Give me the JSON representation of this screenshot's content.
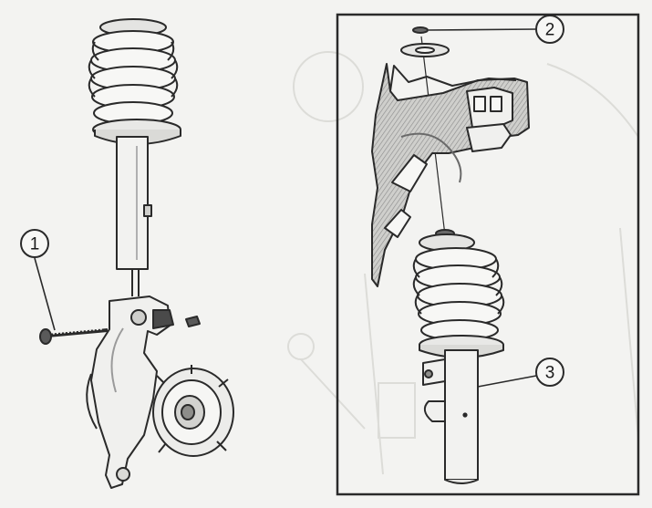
{
  "callouts": [
    {
      "id": "1",
      "label": "1"
    },
    {
      "id": "2",
      "label": "2"
    },
    {
      "id": "3",
      "label": "3"
    }
  ],
  "colors": {
    "background": "#f3f3f1",
    "line": "#2a2a2a",
    "shade": "#9a9a9a",
    "ghost": "#d9d9d6"
  }
}
